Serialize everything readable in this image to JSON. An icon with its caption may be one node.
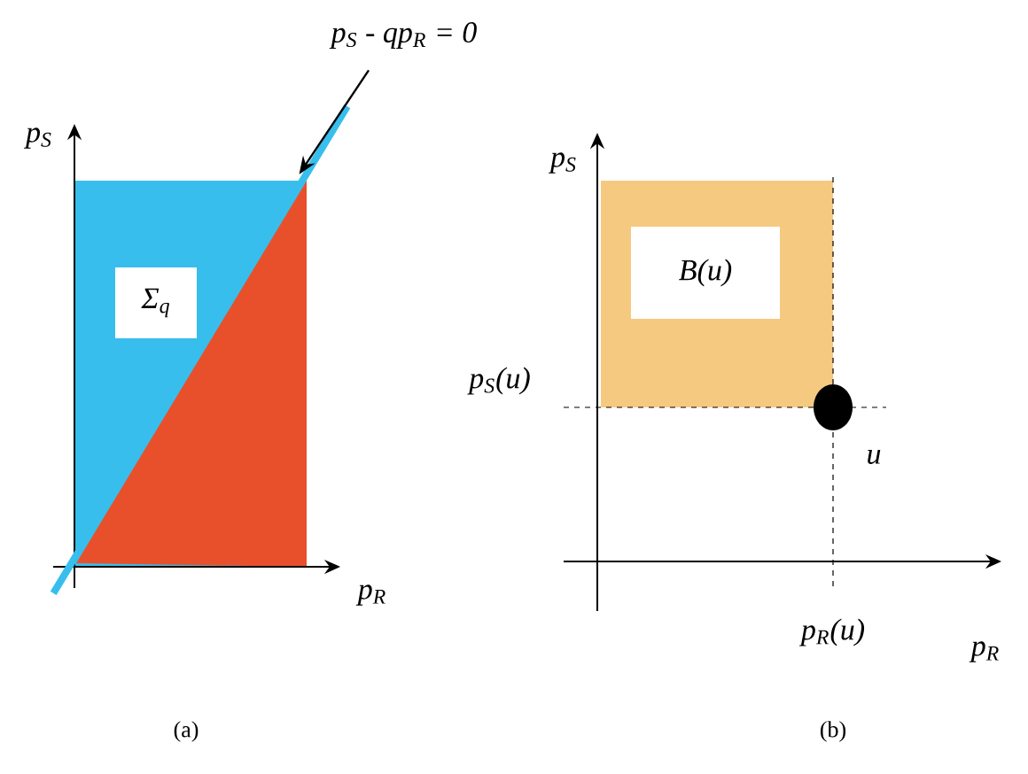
{
  "diagram": {
    "nodes": [
      {
        "text": [
          "p$_{S}$ - qp$_{R}$ = 0"
        ]
      },
      {
        "text": [],
        "shape": "line"
      },
      {
        "text": [
          "Σ$_{q}$"
        ]
      },
      {
        "text": [
          "B(u)"
        ]
      },
      {
        "text": [],
        "shape": "circle",
        "beside": [
          "u"
        ]
      }
    ],
    "edges": [
      {
        "from": 0,
        "to": 1,
        "arrow": "to"
      }
    ],
    "labels": [
      "p$_{S}$",
      "p$_{R}$",
      "(a)",
      "p$_{S}$",
      "p$_{S}$(u)",
      "p$_{R}$(u)",
      "p$_{R}$",
      "(b)"
    ]
  }
}
